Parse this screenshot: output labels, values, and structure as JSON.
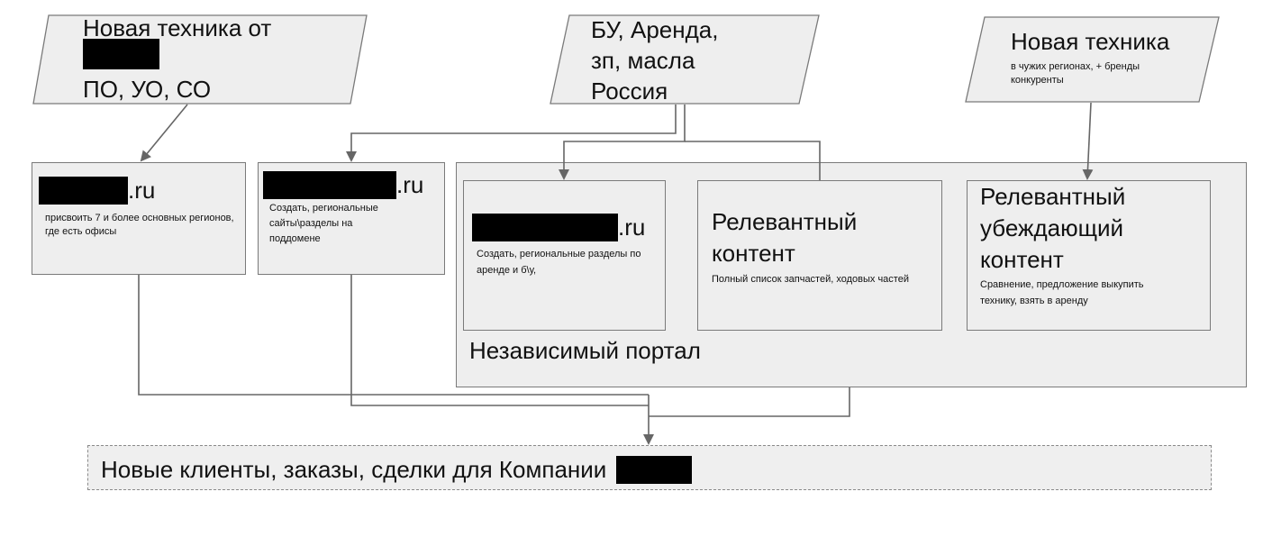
{
  "source1": {
    "title": "Новая техника от",
    "regions": "ПО, УО, СО"
  },
  "source2": {
    "line1": "БУ, Аренда,",
    "line2": "зп, масла",
    "line3": "Россия"
  },
  "source3": {
    "title": "Новая техника",
    "subtitle": "в чужих регионах, + бренды конкуренты"
  },
  "site1": {
    "domain_suffix": ".ru",
    "desc": "присвоить 7 и более основных регионов, где есть офисы"
  },
  "site2": {
    "domain_suffix": ".ru",
    "desc": "Создать, региональные сайты\\разделы на поддомене"
  },
  "portal": {
    "label": "Независимый портал",
    "site3": {
      "domain_suffix": ".ru",
      "desc": "Создать, региональные разделы по аренде и б\\у,"
    },
    "content1": {
      "title": "Релевантный контент",
      "desc": "Полный список запчастей, ходовых частей"
    },
    "content2": {
      "title": "Релевантный убеждающий контент",
      "desc": "Сравнение, предложение выкупить технику, взять в аренду"
    }
  },
  "result": {
    "label": "Новые клиенты, заказы, сделки для Компании"
  },
  "colors": {
    "box_fill": "#eeeeee",
    "border": "#7a7a7a",
    "line": "#666666",
    "redaction": "#000000"
  }
}
